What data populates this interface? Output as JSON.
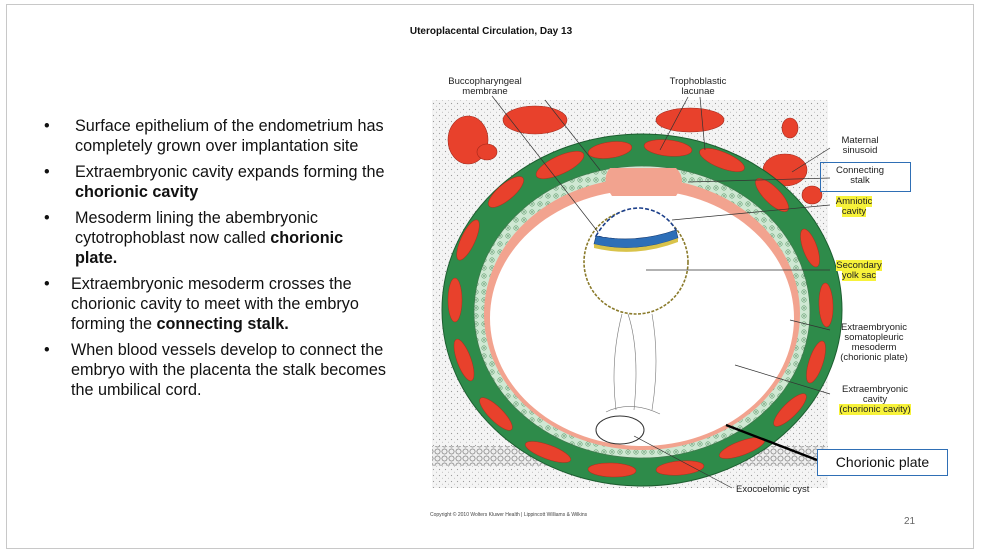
{
  "slide": {
    "title": "Uteroplacental Circulation, Day 13",
    "bullets": [
      {
        "parts": [
          {
            "t": "Surface epithelium of the endometrium has completely grown over implantation site",
            "b": false
          }
        ]
      },
      {
        "parts": [
          {
            "t": "Extraembryonic cavity expands forming the ",
            "b": false
          },
          {
            "t": "chorionic cavity",
            "b": true
          }
        ]
      },
      {
        "parts": [
          {
            "t": "Mesoderm lining the abembryonic cytotrophoblast now called ",
            "b": false
          },
          {
            "t": "chorionic plate.",
            "b": true
          }
        ]
      },
      {
        "parts": [
          {
            "t": "Extraembryonic mesoderm crosses the chorionic cavity to meet with the embryo forming the ",
            "b": false
          },
          {
            "t": "connecting stalk.",
            "b": true
          }
        ]
      },
      {
        "parts": [
          {
            "t": "When blood vessels develop to connect the embryo with the placenta the stalk becomes the umbilical cord.",
            "b": false
          }
        ]
      }
    ],
    "bullet_char": "•",
    "page_number": "21",
    "copyright": "Copyright © 2010 Wolters Kluwer Health | Lippincott Williams & Wilkins"
  },
  "figure": {
    "labels": {
      "buccopharyngeal_1": "Buccopharyngeal",
      "buccopharyngeal_2": "membrane",
      "trophoblastic_1": "Trophoblastic",
      "trophoblastic_2": "lacunae",
      "maternal_1": "Maternal",
      "maternal_2": "sinusoid",
      "connecting_1": "Connecting",
      "connecting_2": "stalk",
      "amniotic_1": "Amniotic",
      "amniotic_2": "cavity",
      "secondary_1": "Secondary",
      "secondary_2": "yolk sac",
      "somato_1": "Extraembryonic",
      "somato_2": "somatopleuric",
      "somato_3": "mesoderm",
      "somato_4": "(chorionic plate)",
      "cavity_1": "Extraembryonic",
      "cavity_2": "cavity",
      "cavity_3": "(chorionic cavity)",
      "exocoelomic": "Exocoelomic cyst",
      "chorionic_plate": "Chorionic plate"
    },
    "colors": {
      "lacunae_red": "#e8412c",
      "trophoblast_green": "#2e8b4a",
      "cytotrophoblast_lightgreen": "#bfe0c6",
      "mesoderm_pink": "#f2a38f",
      "highlight_yellow": "#f7f23a",
      "callout_blue": "#2f6fb5"
    }
  }
}
